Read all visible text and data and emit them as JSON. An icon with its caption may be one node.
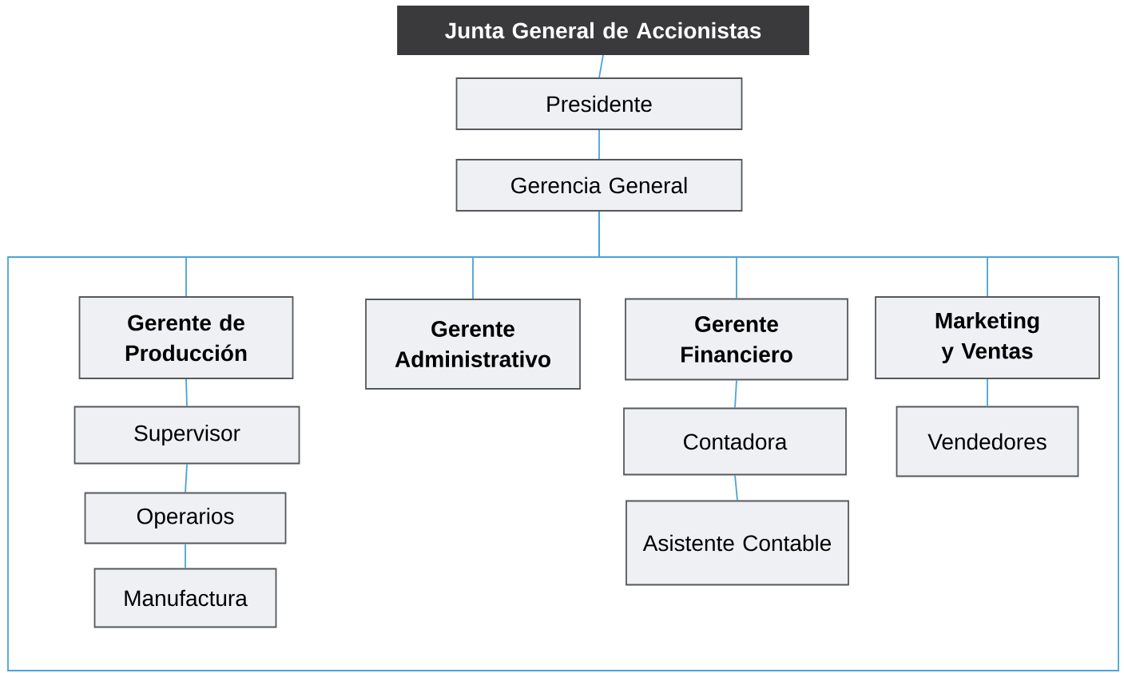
{
  "diagram": {
    "nodes": [
      {
        "text": [
          "Junta General de Accionistas"
        ]
      },
      {
        "text": [
          "Presidente"
        ]
      },
      {
        "text": [
          "Gerencia General"
        ]
      },
      {
        "text": [
          "Gerente de Producción"
        ]
      },
      {
        "text": [
          "Supervisor"
        ]
      },
      {
        "text": [
          "Operarios"
        ]
      },
      {
        "text": [
          "Manufactura"
        ]
      },
      {
        "text": [
          "Gerente Administrativo"
        ]
      },
      {
        "text": [
          "Gerente Financiero"
        ]
      },
      {
        "text": [
          "Contadora"
        ]
      },
      {
        "text": [
          "Asistente Contable"
        ]
      },
      {
        "text": [
          "Marketing y Ventas"
        ]
      },
      {
        "text": [
          "Vendedores"
        ]
      }
    ],
    "edges": [
      {
        "from": 0,
        "to": 1,
        "arrow": "none"
      },
      {
        "from": 1,
        "to": 2,
        "arrow": "none"
      },
      {
        "from": 2,
        "to": 3,
        "arrow": "none"
      },
      {
        "from": 2,
        "to": 7,
        "arrow": "none"
      },
      {
        "from": 2,
        "to": 8,
        "arrow": "none"
      },
      {
        "from": 2,
        "to": 11,
        "arrow": "none"
      },
      {
        "from": 3,
        "to": 4,
        "arrow": "none"
      },
      {
        "from": 4,
        "to": 5,
        "arrow": "none"
      },
      {
        "from": 5,
        "to": 6,
        "arrow": "none"
      },
      {
        "from": 8,
        "to": 9,
        "arrow": "none"
      },
      {
        "from": 9,
        "to": 10,
        "arrow": "none"
      },
      {
        "from": 11,
        "to": 12,
        "arrow": "none"
      }
    ]
  }
}
